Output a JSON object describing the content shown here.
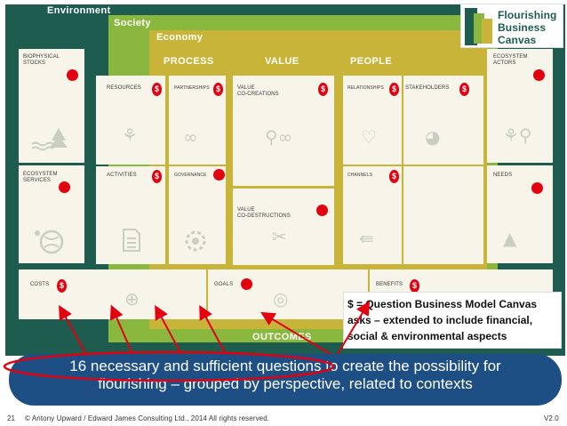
{
  "title": {
    "environment": "Environment",
    "society": "Society",
    "economy": "Economy"
  },
  "logo": {
    "line1": "Flourishing",
    "line2": "Business",
    "line3": "Canvas"
  },
  "perspectives": {
    "process": "PROCESS",
    "value": "VALUE",
    "people": "PEOPLE",
    "outcomes": "OUTCOMES"
  },
  "boxes": {
    "biophysical_stocks": "BIOPHYSICAL\nSTOCKS",
    "ecosystem_services": "ECOSYSTEM\nSERVICES",
    "resources": "RESOURCES",
    "partnerships": "PARTNERSHIPS",
    "activities": "ACTIVITIES",
    "governance": "GOVERNANCE",
    "value_cocreations": "VALUE\nCO-CREATIONS",
    "value_codestructions": "VALUE\nCO-DESTRUCTIONS",
    "relationships": "RELATIONSHIPS",
    "stakeholders": "STAKEHOLDERS",
    "channels": "CHANNELS",
    "ecosystem_actors": "ECOSYSTEM\nACTORS",
    "needs": "NEEDS",
    "costs": "COSTS",
    "goals": "GOALS",
    "benefits": "BENEFITS"
  },
  "dollar_sign": "$",
  "callout": {
    "text": "$ = Question Business Model Canvas asks – extended to include financial, social & environmental aspects"
  },
  "banner": {
    "line1": "16 necessary and sufficient questions to create the possibility for",
    "line2": "flourishing – grouped by perspective, related to contexts"
  },
  "footer": {
    "page_number": "21",
    "copyright": "© Antony Upward / Edward James Consulting Ltd., 2014  All rights reserved.",
    "version": "V2.0"
  },
  "colors": {
    "environment": "#1f5c50",
    "society": "#8ab83e",
    "economy": "#c9b43a",
    "box": "#f7f5ea",
    "marker": "#e3000f",
    "banner": "#1e4f84"
  }
}
